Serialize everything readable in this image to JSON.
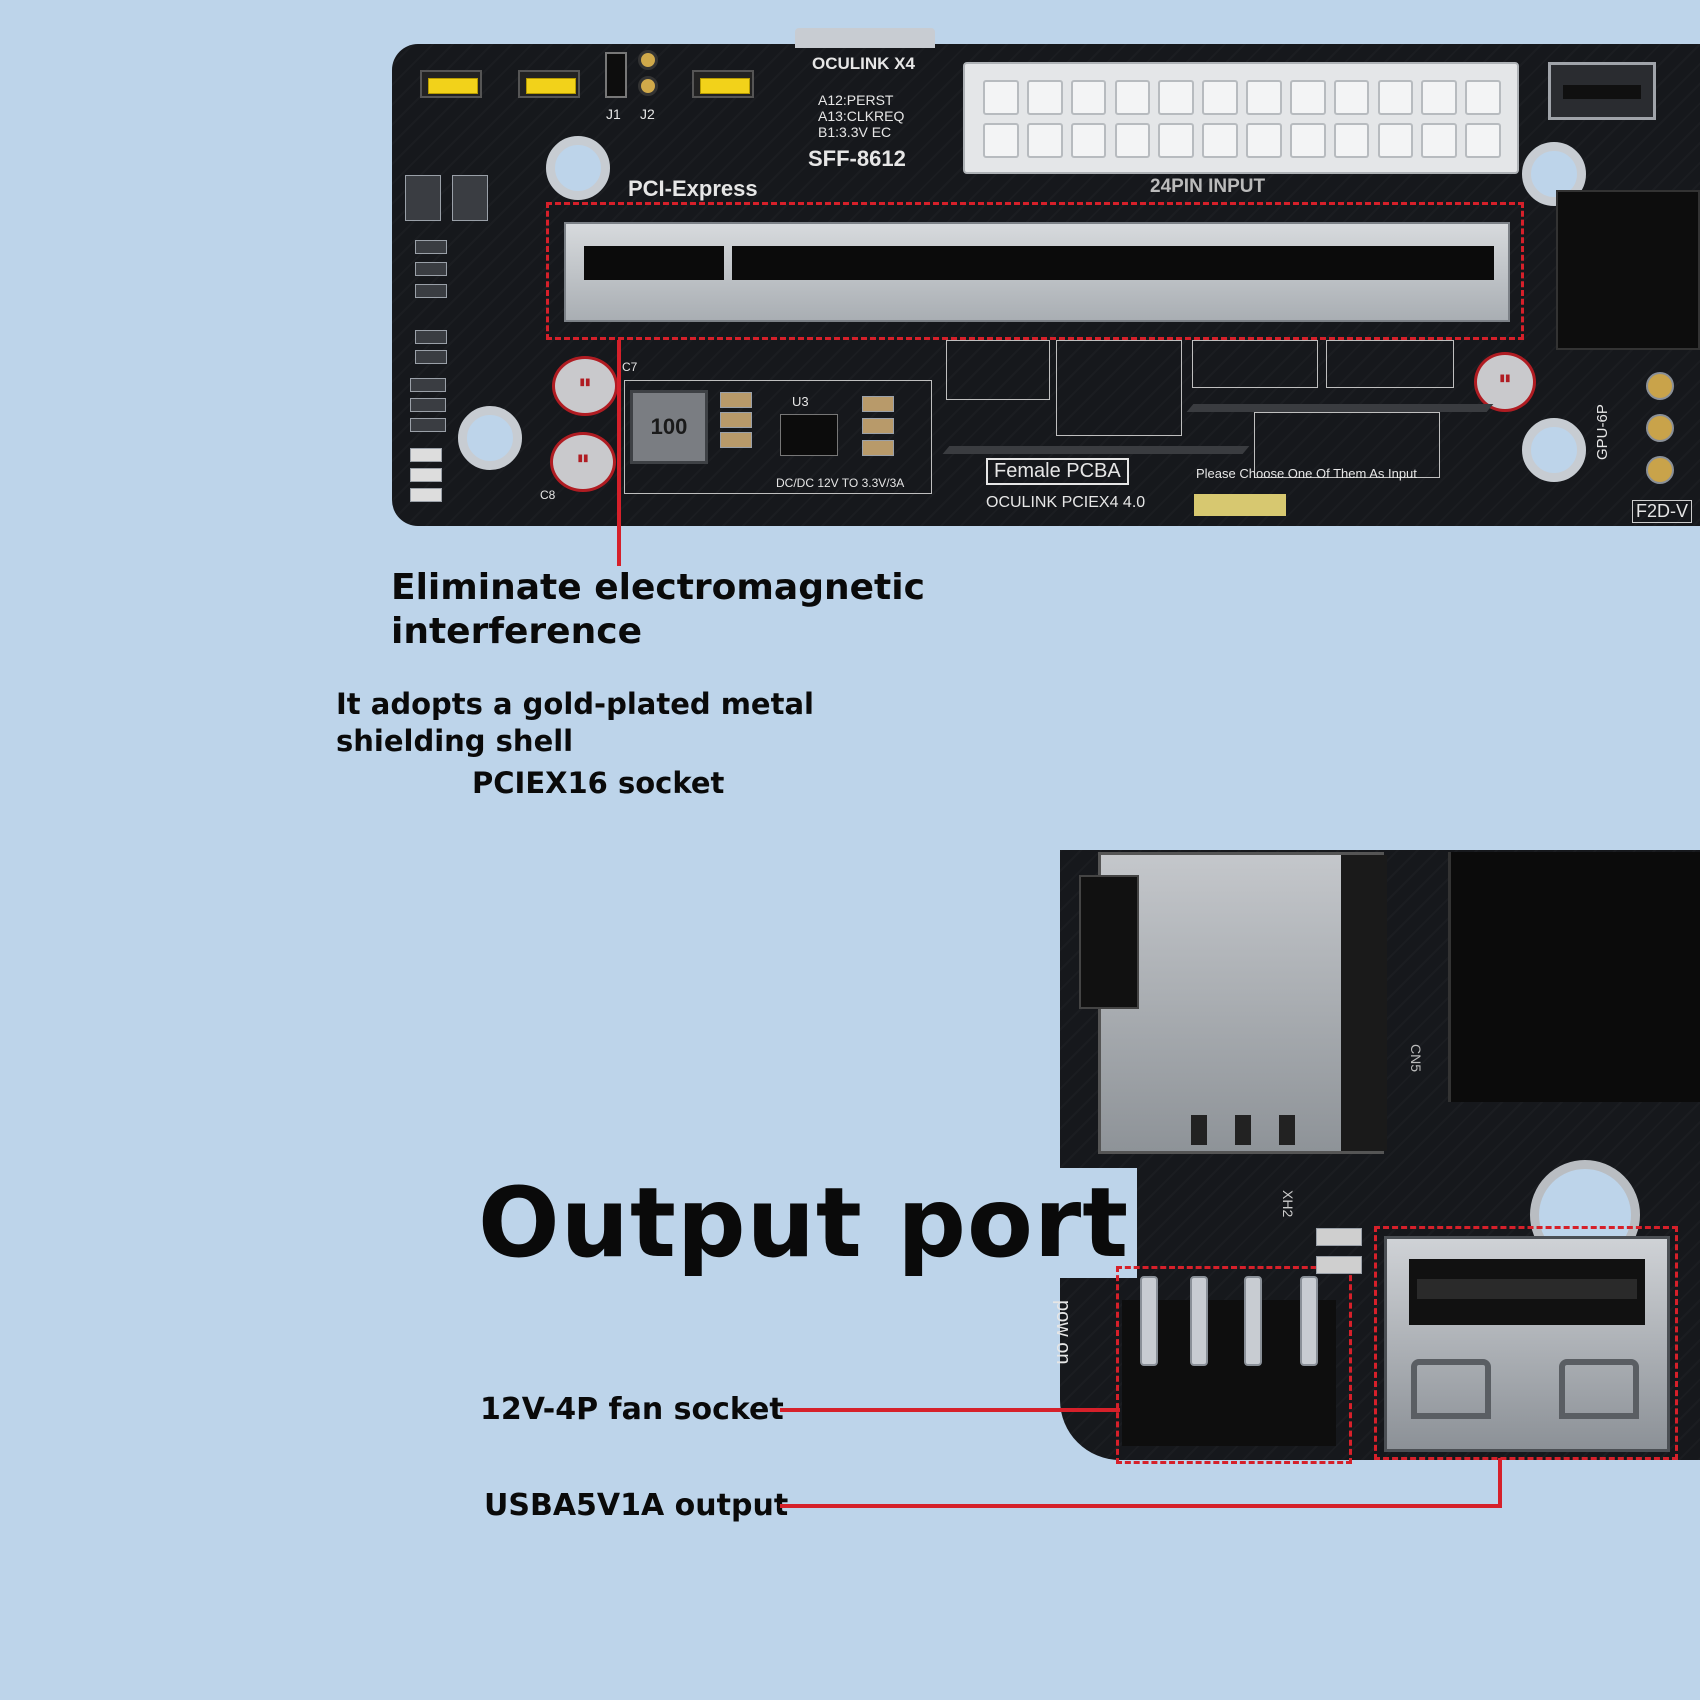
{
  "top_board": {
    "labels": {
      "oculink": "OCULINK X4",
      "pin_a12": "A12:PERST",
      "pin_a13": "A13:CLKREQ",
      "pin_b1": "B1:3.3V EC",
      "sff": "SFF-8612",
      "pci_express": "PCI-Express",
      "input_24pin": "24PIN INPUT",
      "inductor": "100",
      "u3": "U3",
      "dcdc": "DC/DC 12V TO 3.3V/3A",
      "female_pcba": "Female PCBA",
      "oculink_pciex4": "OCULINK PCIEX4 4.0",
      "choose_input": "Please Choose One Of Them As Input",
      "gpu_6p": "GPU-6P",
      "f2d": "F2D-V",
      "j1": "J1",
      "j2": "J2",
      "c7": "C7",
      "c8": "C8"
    }
  },
  "callouts": {
    "emi_title": "Eliminate electromagnetic interference",
    "emi_desc": "It adopts a gold-plated metal shielding shell",
    "pciex16": "PCIEX16 socket",
    "output_port": "Output port",
    "fan_socket": "12V-4P fan socket",
    "usb_output": "USBA5V1A output"
  },
  "bottom_board": {
    "labels": {
      "pow_on": "pow on",
      "xh2": "XH2",
      "cn5": "CN5"
    }
  },
  "colors": {
    "background": "#bdd4ea",
    "pcb": "#16181c",
    "highlight": "#d6202a",
    "switch": "#f2d21a"
  }
}
